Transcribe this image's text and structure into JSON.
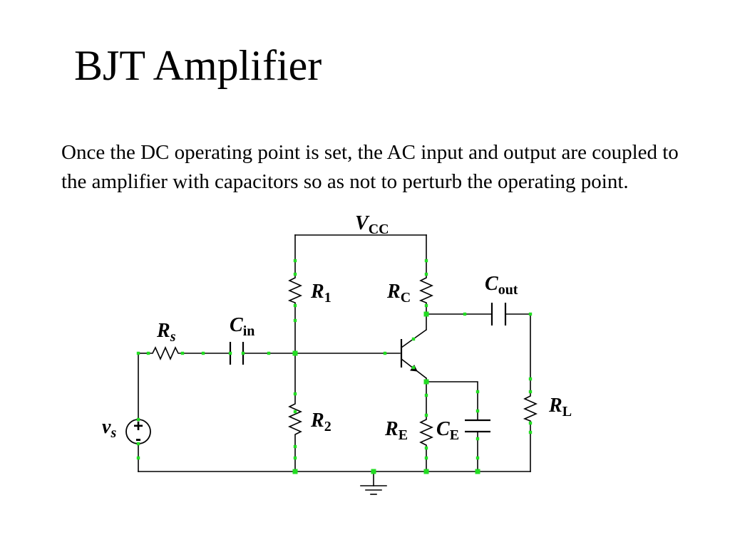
{
  "slide": {
    "title": "BJT Amplifier",
    "body": "Once the DC operating point is set, the AC input and output are coupled to the amplifier with capacitors so as not to perturb the operating point."
  },
  "circuit": {
    "vcc": {
      "symbol": "V",
      "subscript": "CC"
    },
    "r1": {
      "symbol": "R",
      "subscript": "1"
    },
    "r2": {
      "symbol": "R",
      "subscript": "2"
    },
    "rc": {
      "symbol": "R",
      "subscript": "C"
    },
    "re": {
      "symbol": "R",
      "subscript": "E"
    },
    "rl": {
      "symbol": "R",
      "subscript": "L"
    },
    "rs": {
      "symbol": "R",
      "subscript": "s"
    },
    "cin": {
      "symbol": "C",
      "subscript": "in"
    },
    "cout": {
      "symbol": "C",
      "subscript": "out"
    },
    "ce": {
      "symbol": "C",
      "subscript": "E"
    },
    "vs": {
      "symbol": "v",
      "subscript": "s",
      "plus": "+",
      "minus": "-"
    },
    "node_color": "#22dd22"
  }
}
